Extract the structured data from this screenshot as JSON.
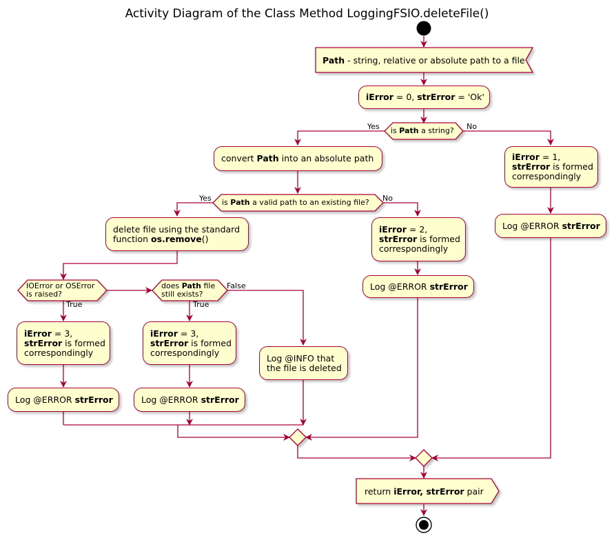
{
  "title": "Activity Diagram of the Class Method LoggingFSIO.deleteFile()",
  "input": {
    "bold": "Path",
    "text": " - string, relative or absolute path to a file"
  },
  "init": {
    "b1": "iError",
    "t1": " = 0, ",
    "b2": "strError",
    "t2": " = 'Ok'"
  },
  "cond_string": {
    "pre": "is ",
    "bold": "Path",
    "post": " a string?",
    "yes": "Yes",
    "no": "No"
  },
  "convert": {
    "pre": "convert ",
    "bold": "Path",
    "post": " into an absolute path"
  },
  "cond_valid": {
    "pre": "is ",
    "bold": "Path",
    "post": " a valid path to an existing file?",
    "yes": "Yes",
    "no": "No"
  },
  "delete": {
    "line1": "delete file using the standard",
    "pre": "function ",
    "bold": "os.remove",
    "post": "()"
  },
  "cond_ioerror": {
    "line1": "IOError or OSError",
    "line2": "is raised?",
    "true": "True"
  },
  "cond_exists": {
    "pre": "does ",
    "bold": "Path",
    "post": " file",
    "line2": "still exists?",
    "true": "True",
    "false": "False"
  },
  "err1": {
    "b1": "iError",
    "t1": " = 1,",
    "b2": "strError",
    "t2": " is formed",
    "line3": "correspondingly"
  },
  "err2": {
    "b1": "iError",
    "t1": " = 2,",
    "b2": "strError",
    "t2": " is formed",
    "line3": "correspondingly"
  },
  "err3a": {
    "b1": "iError",
    "t1": " = 3,",
    "b2": "strError",
    "t2": " is formed",
    "line3": "correspondingly"
  },
  "err3b": {
    "b1": "iError",
    "t1": " = 3,",
    "b2": "strError",
    "t2": " is formed",
    "line3": "correspondingly"
  },
  "log_error": {
    "pre": "Log @ERROR ",
    "bold": "strError"
  },
  "log_info": {
    "line1": "Log @INFO that",
    "line2": "the file is deleted"
  },
  "output": {
    "pre": "return ",
    "bold": "iError, strError",
    "post": " pair"
  },
  "colors": {
    "fill": "#FEFECE",
    "stroke": "#A80036"
  }
}
